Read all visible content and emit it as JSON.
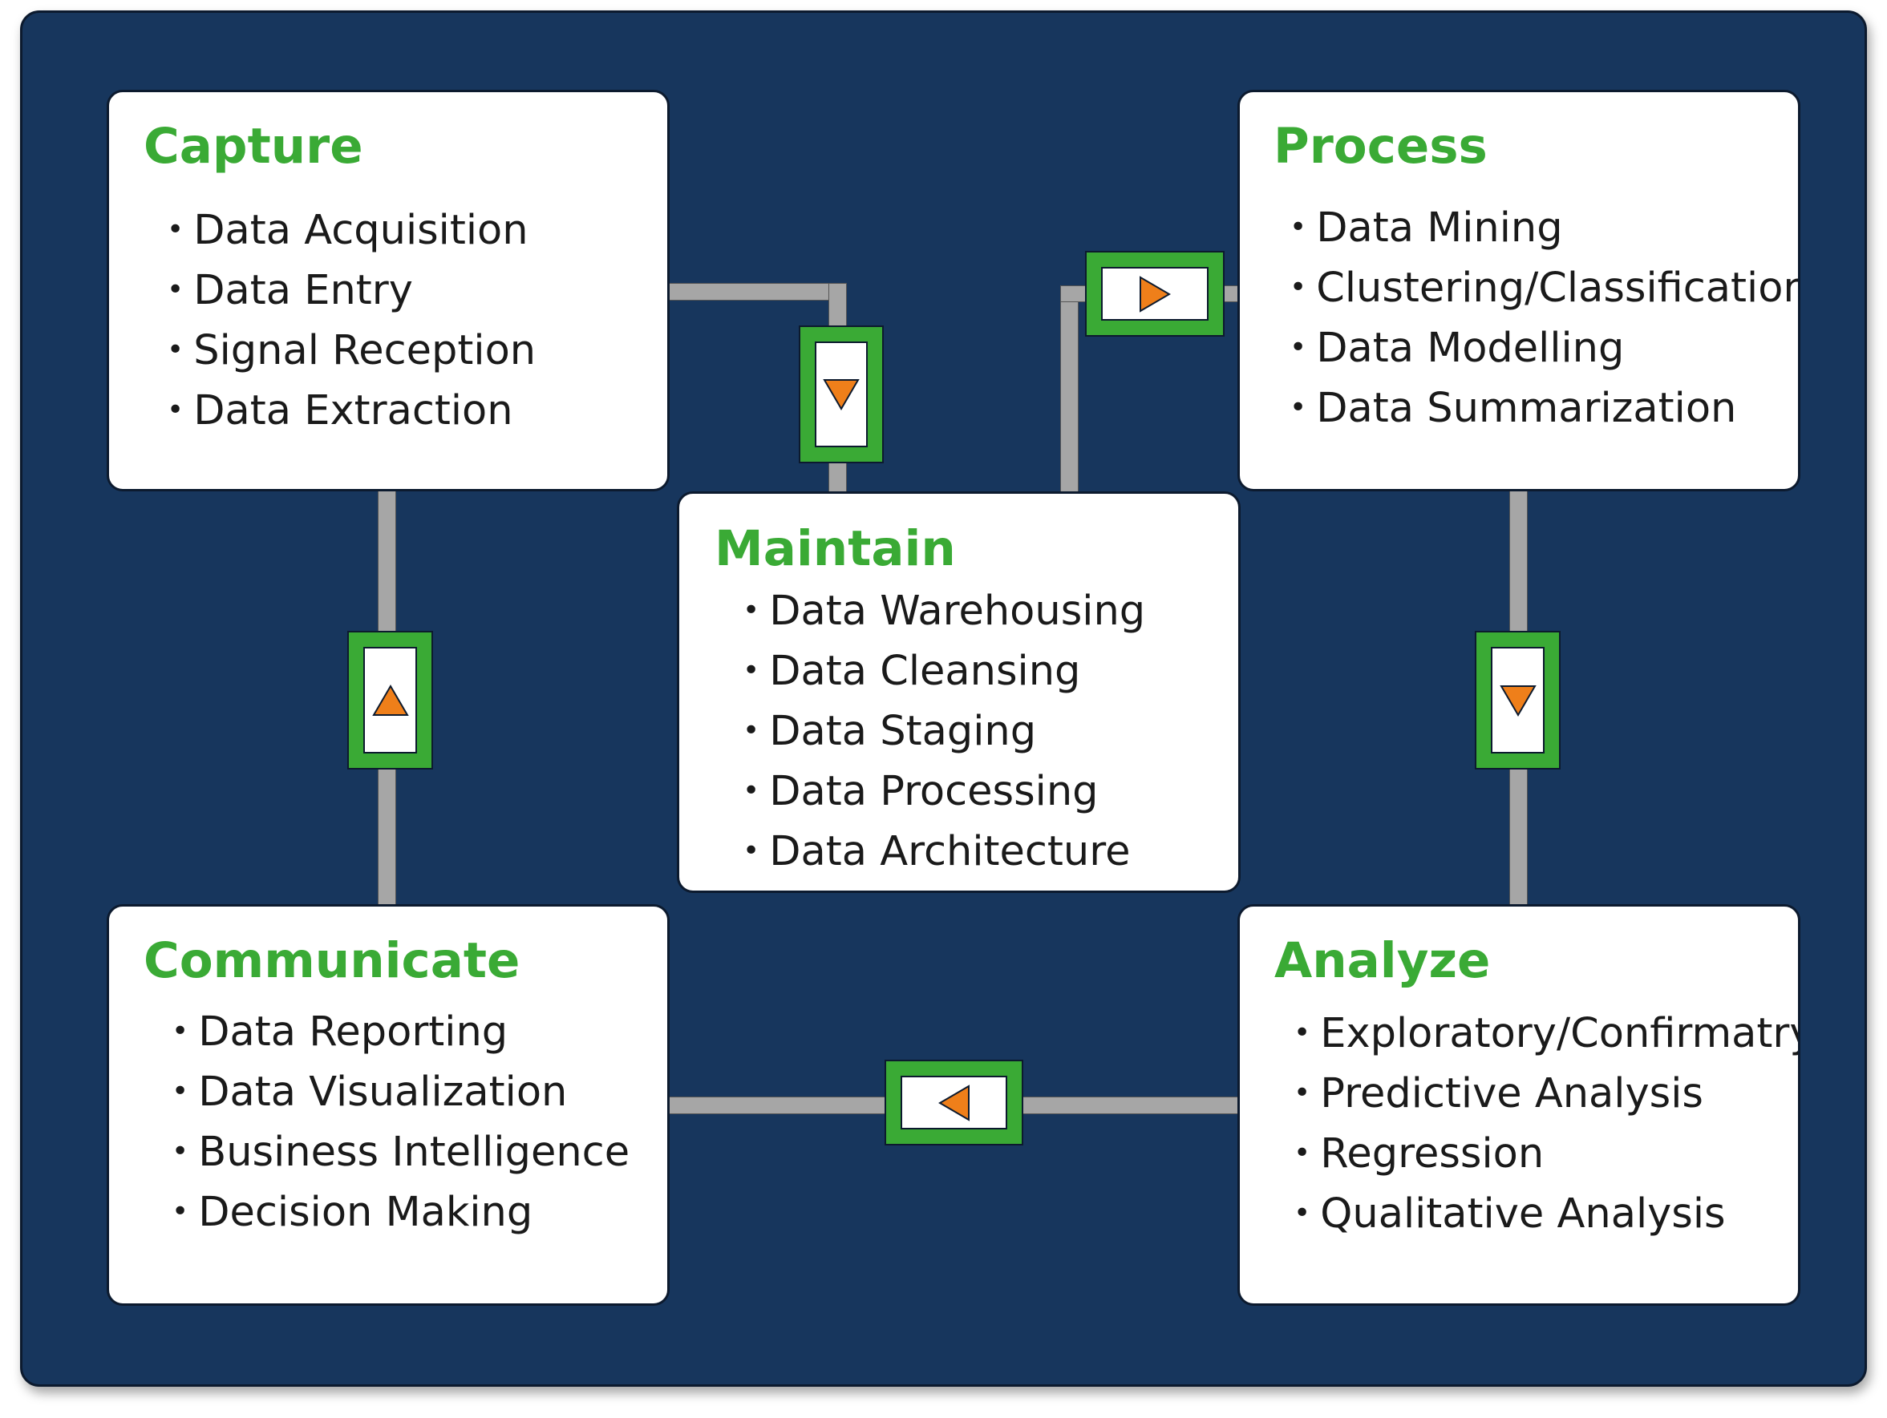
{
  "colors": {
    "background": "#17365d",
    "heading": "#3aaa35",
    "connector": "#a6a6a6",
    "valve_frame": "#3aaa35",
    "arrow": "#ef7f1a"
  },
  "boxes": {
    "capture": {
      "title": "Capture",
      "items": [
        "Data Acquisition",
        "Data Entry",
        "Signal Reception",
        "Data Extraction"
      ]
    },
    "process": {
      "title": "Process",
      "items": [
        "Data Mining",
        "Clustering/Classification",
        "Data Modelling",
        "Data Summarization"
      ]
    },
    "maintain": {
      "title": "Maintain",
      "items": [
        "Data Warehousing",
        "Data Cleansing",
        "Data Staging",
        "Data Processing",
        "Data Architecture"
      ]
    },
    "communicate": {
      "title": "Communicate",
      "items": [
        "Data Reporting",
        "Data Visualization",
        "Business Intelligence",
        "Decision Making"
      ]
    },
    "analyze": {
      "title": "Analyze",
      "items": [
        "Exploratory/Confirmatry",
        "Predictive Analysis",
        "Regression",
        "Qualitative Analysis"
      ]
    }
  },
  "valves": [
    {
      "id": "capture-to-maintain",
      "arrow": "down-arrow-icon"
    },
    {
      "id": "maintain-to-process",
      "arrow": "right-arrow-icon"
    },
    {
      "id": "process-to-analyze",
      "arrow": "down-arrow-icon"
    },
    {
      "id": "analyze-to-communicate",
      "arrow": "left-arrow-icon"
    },
    {
      "id": "communicate-to-capture",
      "arrow": "up-arrow-icon"
    }
  ]
}
